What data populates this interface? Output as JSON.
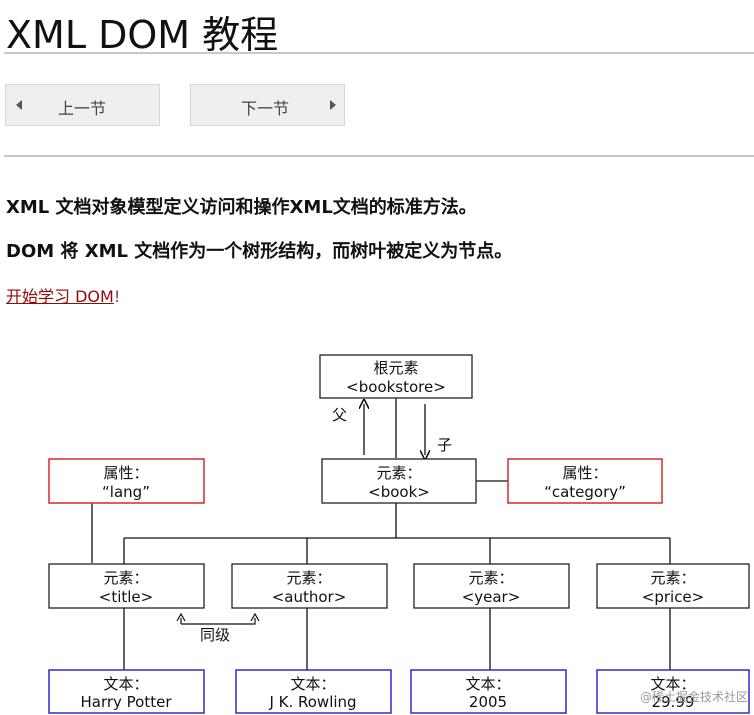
{
  "page": {
    "title": "XML DOM 教程"
  },
  "nav": {
    "prev_label": "上一节",
    "next_label": "下一节"
  },
  "intro": {
    "line1": "XML 文档对象模型定义访问和操作XML文档的标准方法。",
    "line2": "DOM 将 XML 文档作为一个树形结构，而树叶被定义为节点。",
    "link_text": "开始学习 DOM",
    "link_suffix": "!"
  },
  "diagram": {
    "root": {
      "line1": "根元素",
      "line2": "<bookstore>"
    },
    "parent_label": "父",
    "child_label": "子",
    "book": {
      "line1": "元素：",
      "line2": "<book>"
    },
    "attr_lang": {
      "line1": "属性：",
      "line2": "“lang”"
    },
    "attr_category": {
      "line1": "属性：",
      "line2": "“category”"
    },
    "elements": [
      {
        "line1": "元素：",
        "line2": "<title>"
      },
      {
        "line1": "元素：",
        "line2": "<author>"
      },
      {
        "line1": "元素：",
        "line2": "<year>"
      },
      {
        "line1": "元素：",
        "line2": "<price>"
      }
    ],
    "sibling_label": "同级",
    "texts": [
      {
        "line1": "文本：",
        "line2": "Harry Potter"
      },
      {
        "line1": "文本：",
        "line2": "J K. Rowling"
      },
      {
        "line1": "文本：",
        "line2": "2005"
      },
      {
        "line1": "文本：",
        "line2": "29.99"
      }
    ],
    "colors": {
      "element_border": "#222222",
      "attribute_border": "#d9262b",
      "text_border": "#2a2ad6"
    }
  },
  "watermark": "@稀土掘金技术社区"
}
